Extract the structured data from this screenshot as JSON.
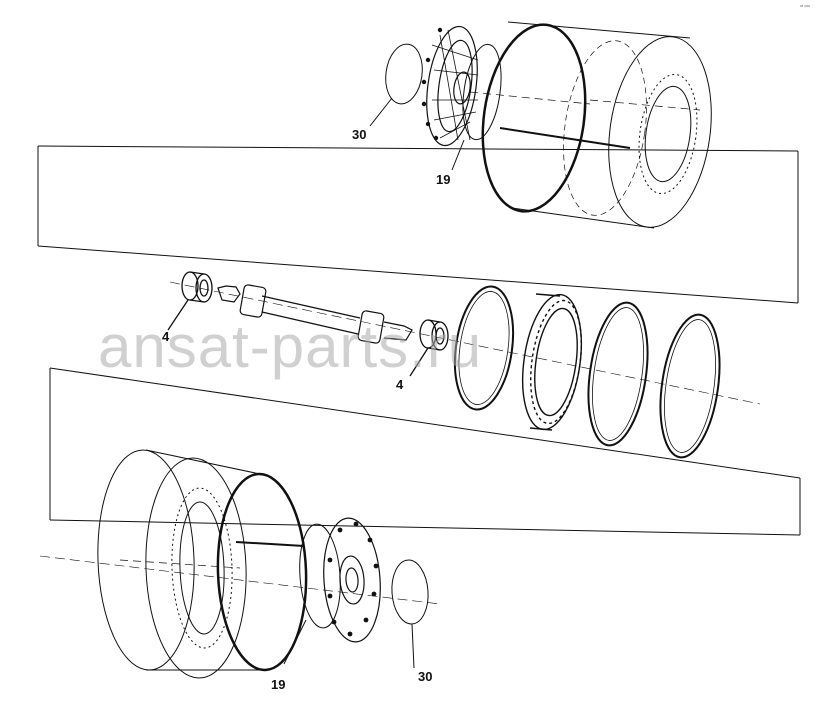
{
  "diagram": {
    "corner_mark": "ᵒᵗ ⁿᵒᵒ",
    "watermark": "ansat-parts.ru",
    "callouts": [
      {
        "id": "upper-30",
        "text": "30"
      },
      {
        "id": "upper-19",
        "text": "19"
      },
      {
        "id": "mid-4-left",
        "text": "4"
      },
      {
        "id": "mid-4-right",
        "text": "4"
      },
      {
        "id": "lower-19",
        "text": "19"
      },
      {
        "id": "lower-30",
        "text": "30"
      }
    ]
  }
}
